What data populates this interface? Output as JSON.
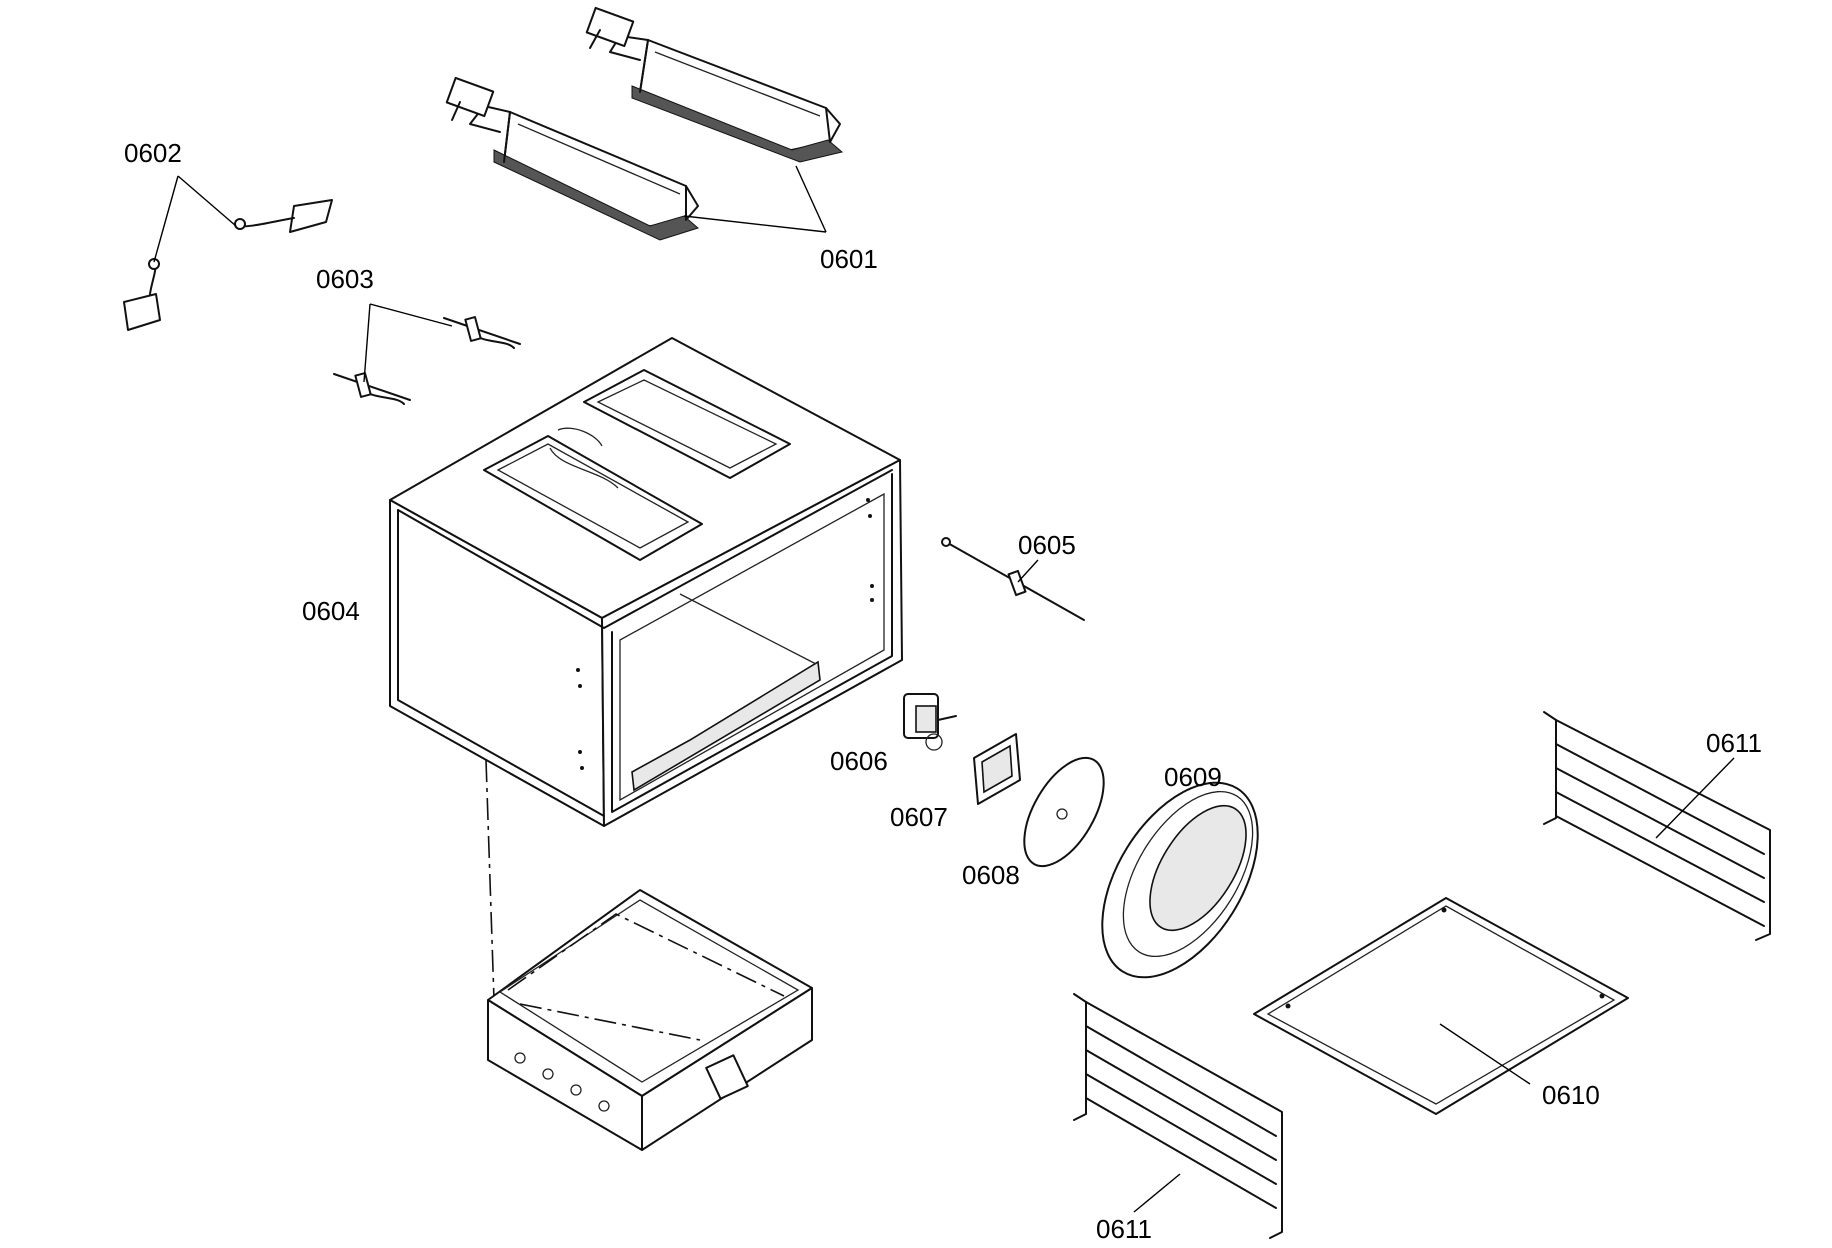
{
  "labels": {
    "p0601": "0601",
    "p0602": "0602",
    "p0603": "0603",
    "p0604": "0604",
    "p0605": "0605",
    "p0606": "0606",
    "p0607": "0607",
    "p0608": "0608",
    "p0609": "0609",
    "p0610": "0610",
    "p0611a": "0611",
    "p0611b": "0611"
  }
}
